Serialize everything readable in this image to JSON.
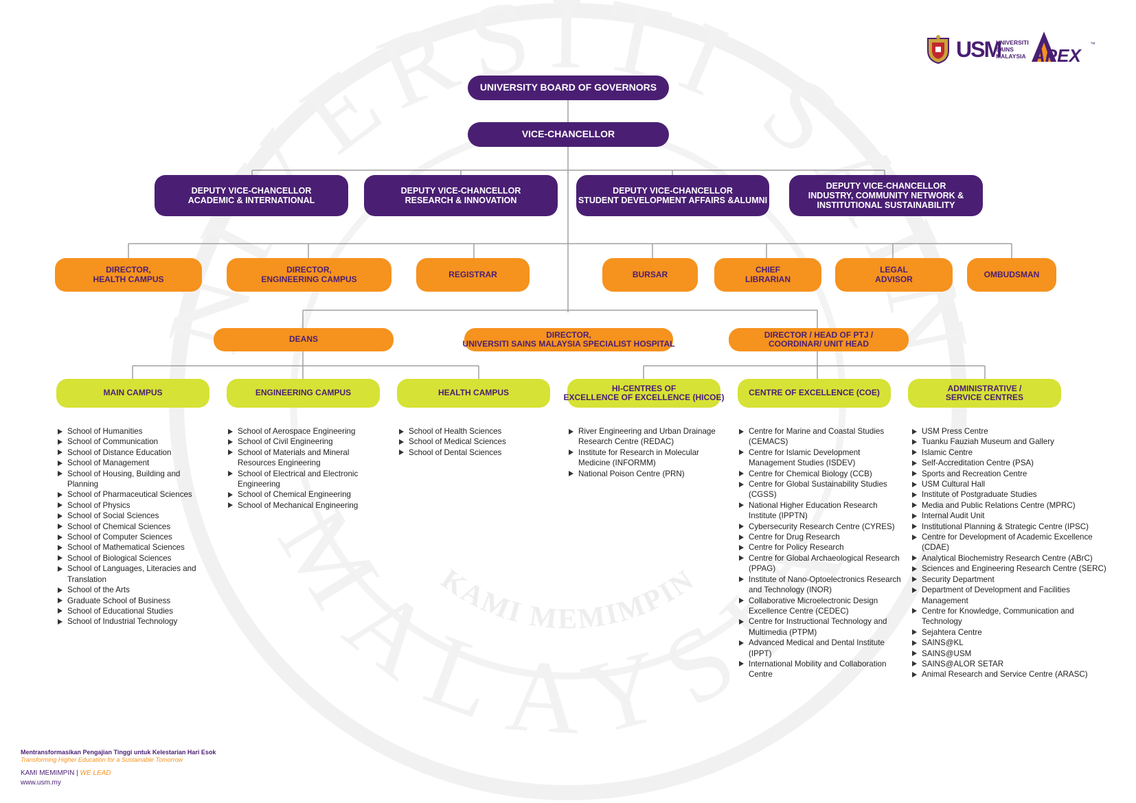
{
  "colors": {
    "purple": "#4a1f73",
    "orange": "#f6921e",
    "lime": "#d6e235",
    "line": "#a0a0a0"
  },
  "logos": {
    "crest_icon": "usm-crest-icon",
    "usm_mark": "USM",
    "usm_name": [
      "UNIVERSITI",
      "SAINS",
      "MALAYSIA"
    ],
    "apex": "APEX",
    "tm": "™"
  },
  "watermark": {
    "top_text": "UNIVERSITI SAINS",
    "bottom_text": "MALAYSIA",
    "motto": "KAMI MEMIMPIN"
  },
  "top": {
    "board": [
      "UNIVERSITY BOARD OF GOVERNORS"
    ],
    "vc": [
      "VICE-CHANCELLOR"
    ]
  },
  "deputies": [
    [
      "DEPUTY VICE-CHANCELLOR",
      "ACADEMIC & INTERNATIONAL"
    ],
    [
      "DEPUTY VICE-CHANCELLOR",
      "RESEARCH & INNOVATION"
    ],
    [
      "DEPUTY VICE-CHANCELLOR",
      "STUDENT DEVELOPMENT AFFAIRS &ALUMNI"
    ],
    [
      "DEPUTY VICE-CHANCELLOR",
      "INDUSTRY, COMMUNITY NETWORK &",
      "INSTITUTIONAL SUSTAINABILITY"
    ]
  ],
  "officers": [
    [
      "DIRECTOR,",
      "HEALTH CAMPUS"
    ],
    [
      "DIRECTOR,",
      "ENGINEERING CAMPUS"
    ],
    [
      "REGISTRAR"
    ],
    [
      "BURSAR"
    ],
    [
      "CHIEF",
      "LIBRARIAN"
    ],
    [
      "LEGAL",
      "ADVISOR"
    ],
    [
      "OMBUDSMAN"
    ]
  ],
  "middle": [
    [
      "DEANS"
    ],
    [
      "DIRECTOR,",
      "UNIVERSITI SAINS MALAYSIA SPECIALIST HOSPITAL"
    ],
    [
      "DIRECTOR / HEAD OF PTJ /",
      "COORDINAR/ UNIT HEAD"
    ]
  ],
  "groups": [
    [
      "MAIN CAMPUS"
    ],
    [
      "ENGINEERING CAMPUS"
    ],
    [
      "HEALTH CAMPUS"
    ],
    [
      "HI-CENTRES OF",
      "EXCELLENCE OF EXCELLENCE (HICOE)"
    ],
    [
      "CENTRE OF EXCELLENCE (COE)"
    ],
    [
      "ADMINISTRATIVE /",
      "SERVICE CENTRES"
    ]
  ],
  "lists": [
    [
      "School of Humanities",
      "School of Communication",
      "School of Distance Education",
      "School of Management",
      "School of Housing, Building and Planning",
      "School of Pharmaceutical Sciences",
      "School of Physics",
      "School of Social Sciences",
      "School of Chemical Sciences",
      "School of Computer Sciences",
      "School of Mathematical Sciences",
      "School of Biological Sciences",
      "School of Languages, Literacies and Translation",
      "School of the Arts",
      "Graduate School of Business",
      "School of Educational Studies",
      "School of Industrial Technology"
    ],
    [
      "School of Aerospace Engineering",
      "School of Civil Engineering",
      "School of Materials and Mineral Resources Engineering",
      "School of Electrical and Electronic Engineering",
      "School of Chemical Engineering",
      "School of Mechanical Engineering"
    ],
    [
      "School of Health Sciences",
      "School of Medical Sciences",
      "School of Dental Sciences"
    ],
    [
      "River Engineering and Urban Drainage Research Centre (REDAC)",
      "Institute for Research in Molecular Medicine (INFORMM)",
      "National Poison Centre (PRN)"
    ],
    [
      "Centre for Marine and Coastal Studies (CEMACS)",
      "Centre for Islamic Development Management Studies (ISDEV)",
      "Centre for Chemical Biology (CCB)",
      "Centre for Global Sustainability Studies (CGSS)",
      "National Higher Education Research Institute (IPPTN)",
      "Cybersecurity Research Centre (CYRES)",
      "Centre for Drug Research",
      "Centre for Policy Research",
      "Centre for Global Archaeological Research  (PPAG)",
      "Institute of Nano-Optoelectronics Research and Technology (INOR)",
      "Collaborative Microelectronic Design Excellence Centre (CEDEC)",
      "Centre for Instructional Technology and Multimedia (PTPM)",
      "Advanced Medical and Dental Institute (IPPT)",
      "International Mobility and Collaboration Centre"
    ],
    [
      "USM Press Centre",
      "Tuanku Fauziah Museum and Gallery",
      "Islamic Centre",
      "Self-Accreditation Centre (PSA)",
      "Sports and Recreation Centre",
      "USM Cultural Hall",
      "Institute of Postgraduate Studies",
      "Media and Public Relations Centre (MPRC)",
      "Internal Audit Unit",
      "Institutional Planning & Strategic Centre (IPSC)",
      "Centre for Development of Academic Excellence (CDAE)",
      "Analytical Biochemistry Research Centre (ABrC)",
      "Sciences and Engineering Research Centre (SERC)",
      "Security Department",
      "Department of Development and Facilities Management",
      "Centre for Knowledge, Communication and Technology",
      "Sejahtera Centre",
      "SAINS@KL",
      "SAINS@USM",
      "SAINS@ALOR SETAR",
      "Animal Research and Service Centre (ARASC)"
    ]
  ],
  "footer": {
    "tagline_ms": "Mentransformasikan Pengajian Tinggi untuk Kelestarian Hari Esok",
    "tagline_en": "Transforming Higher Education for a Sustainable Tomorrow",
    "motto_ms": "KAMI MEMIMPIN",
    "separator": "|",
    "motto_en": "WE LEAD",
    "url": "www.usm.my"
  }
}
